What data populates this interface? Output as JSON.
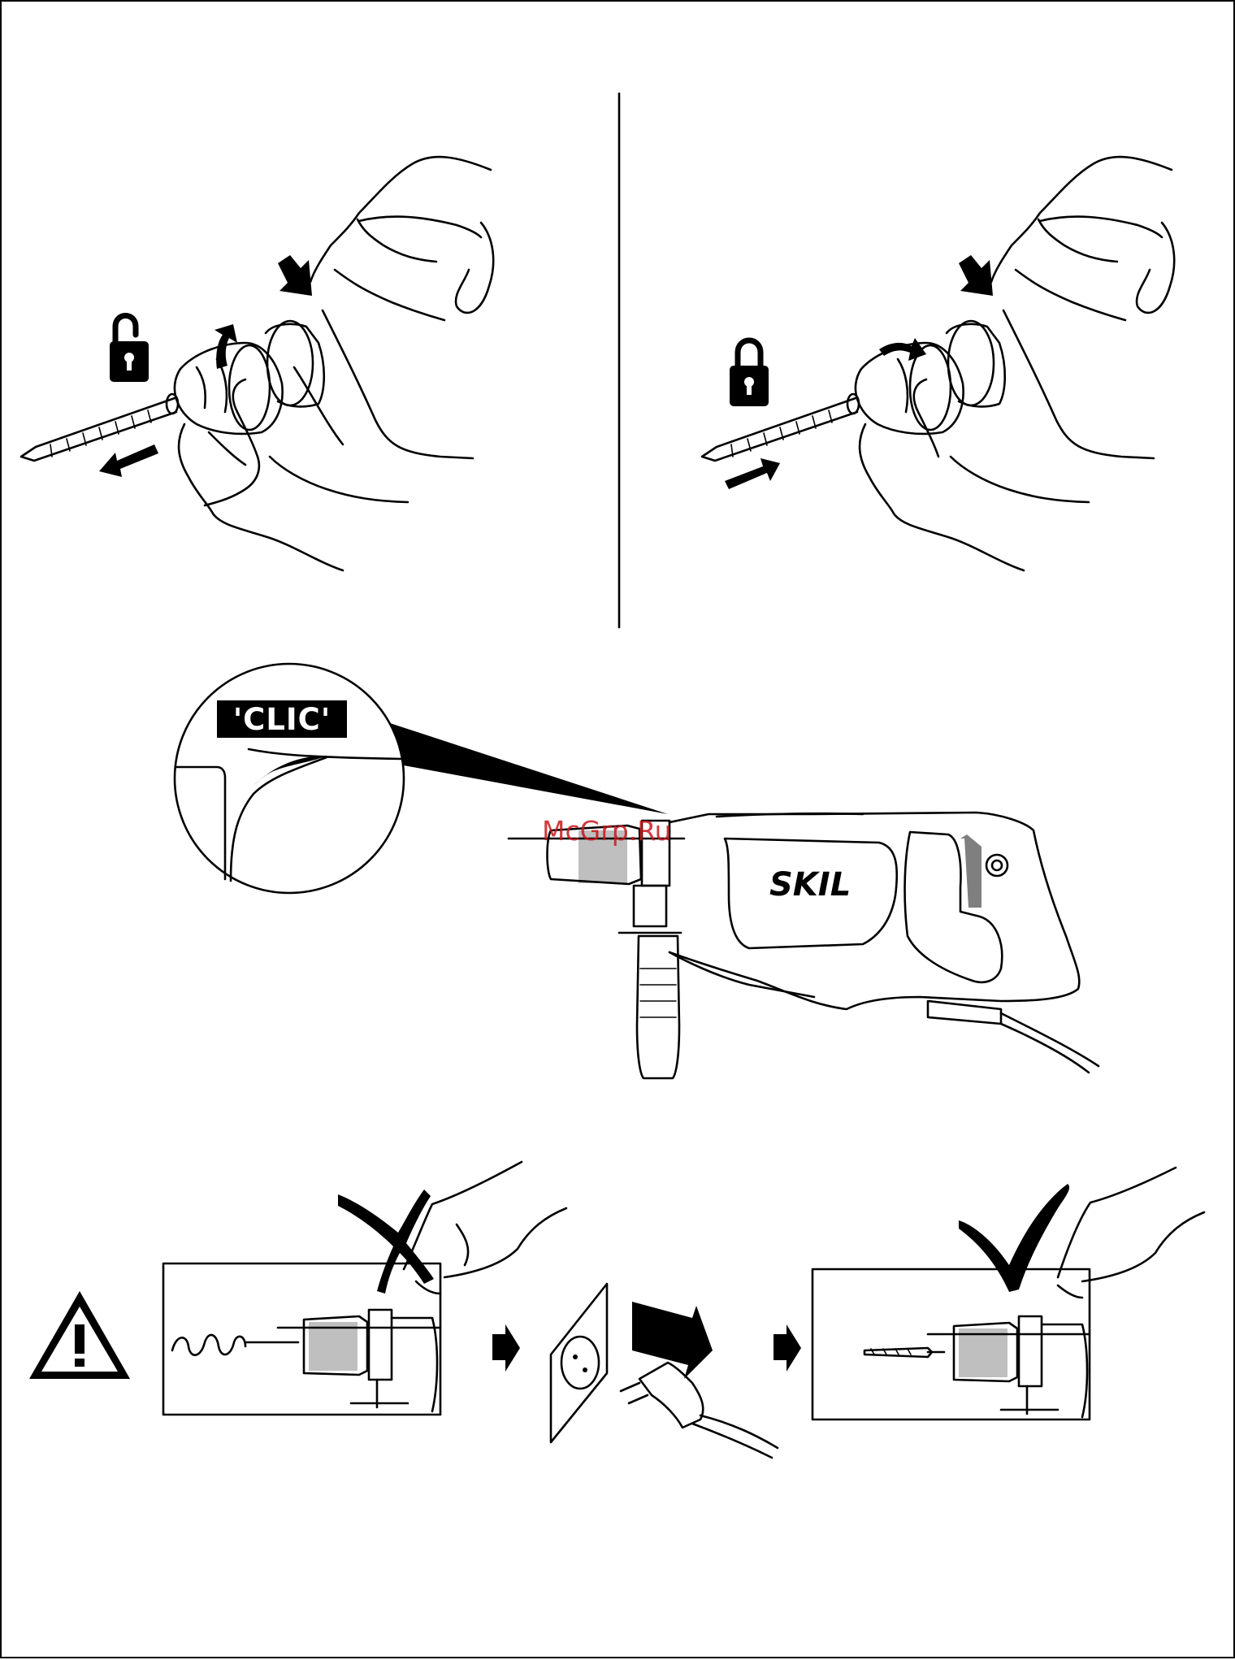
{
  "callout": {
    "label": "'CLIC'"
  },
  "drill": {
    "brand": "SKIL"
  },
  "watermark": {
    "text": "McGrp.Ru"
  },
  "colors": {
    "line": "#000000",
    "background": "#ffffff",
    "watermark": "#c8191e"
  },
  "icons": {
    "unlock": "padlock-open-icon",
    "lock": "padlock-closed-icon",
    "warning": "warning-triangle-icon",
    "wrong": "cross-mark-icon",
    "right": "check-mark-icon"
  }
}
